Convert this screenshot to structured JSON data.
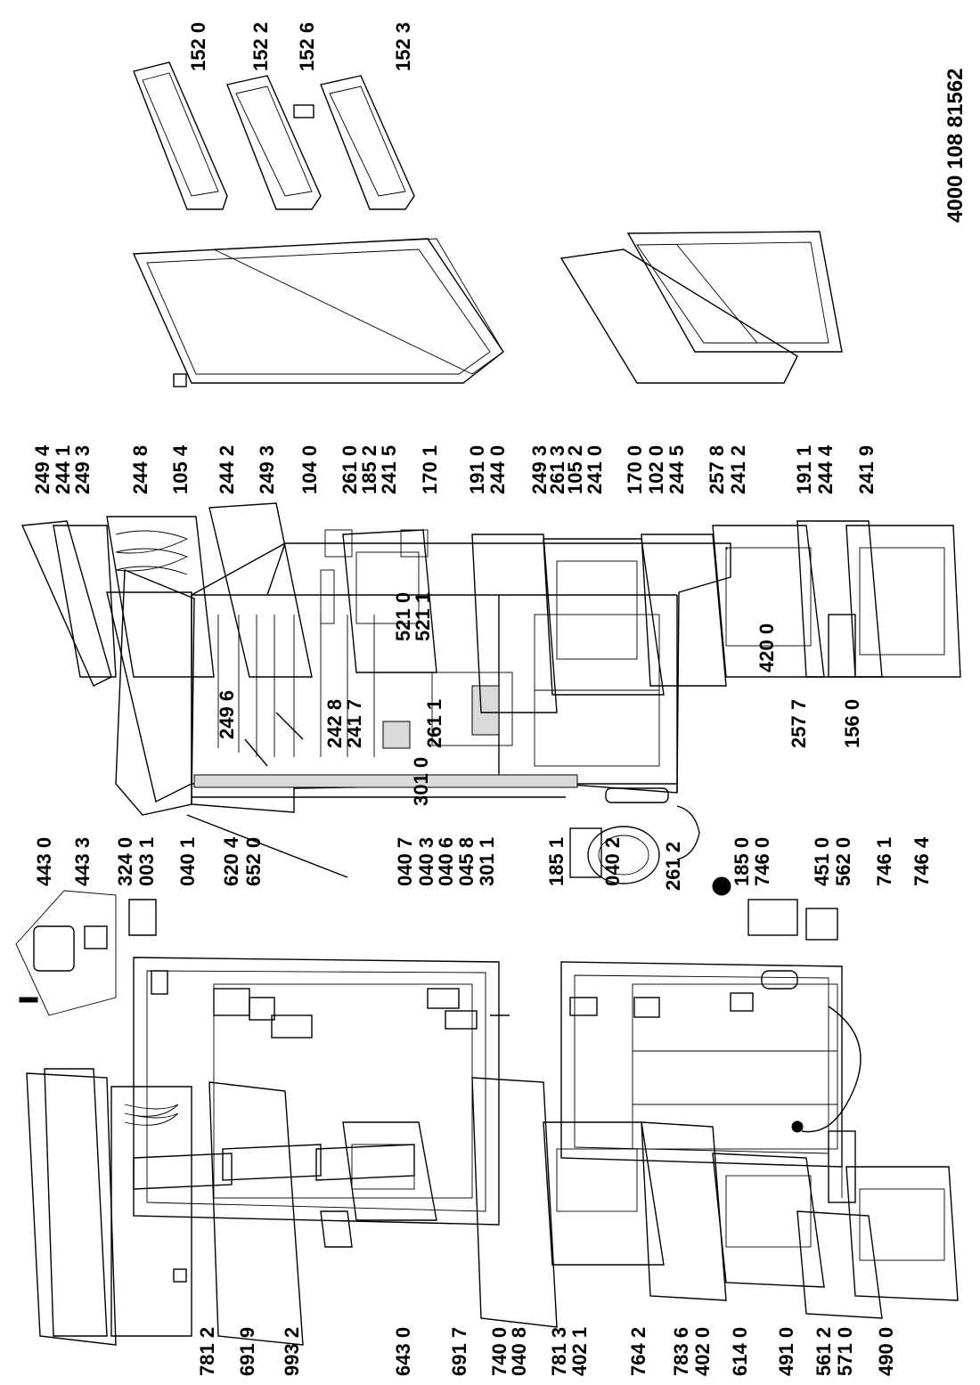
{
  "document": {
    "doc_number": "4000 108 81562"
  },
  "callouts": [
    {
      "id": "781-2",
      "text": "781 2"
    },
    {
      "id": "691-9",
      "text": "691 9"
    },
    {
      "id": "993-2",
      "text": "993 2"
    },
    {
      "id": "643-0",
      "text": "643 0"
    },
    {
      "id": "691-7",
      "text": "691 7"
    },
    {
      "id": "740-0",
      "text": "740 0"
    },
    {
      "id": "040-8",
      "text": "040 8"
    },
    {
      "id": "781-3",
      "text": "781 3"
    },
    {
      "id": "402-1",
      "text": "402 1"
    },
    {
      "id": "764-2",
      "text": "764 2"
    },
    {
      "id": "783-6",
      "text": "783 6"
    },
    {
      "id": "402-0",
      "text": "402 0"
    },
    {
      "id": "614-0",
      "text": "614 0"
    },
    {
      "id": "491-0",
      "text": "491 0"
    },
    {
      "id": "561-2",
      "text": "561 2"
    },
    {
      "id": "571-0",
      "text": "571 0"
    },
    {
      "id": "490-0",
      "text": "490 0"
    },
    {
      "id": "443-0",
      "text": "443 0"
    },
    {
      "id": "443-3",
      "text": "443 3"
    },
    {
      "id": "324-0",
      "text": "324 0"
    },
    {
      "id": "003-1",
      "text": "003 1"
    },
    {
      "id": "040-1",
      "text": "040 1"
    },
    {
      "id": "620-4",
      "text": "620 4"
    },
    {
      "id": "652-0",
      "text": "652 0"
    },
    {
      "id": "040-7",
      "text": "040 7"
    },
    {
      "id": "040-3",
      "text": "040 3"
    },
    {
      "id": "040-6",
      "text": "040 6"
    },
    {
      "id": "045-8",
      "text": "045 8"
    },
    {
      "id": "301-1",
      "text": "301 1"
    },
    {
      "id": "185-1",
      "text": "185 1"
    },
    {
      "id": "040-2",
      "text": "040 2"
    },
    {
      "id": "185-0",
      "text": "185 0"
    },
    {
      "id": "746-0",
      "text": "746 0"
    },
    {
      "id": "451-0",
      "text": "451 0"
    },
    {
      "id": "562-0",
      "text": "562 0"
    },
    {
      "id": "746-1",
      "text": "746 1"
    },
    {
      "id": "746-4",
      "text": "746 4"
    },
    {
      "id": "301-0",
      "text": "301 0"
    },
    {
      "id": "521-0",
      "text": "521 0"
    },
    {
      "id": "521-1",
      "text": "521 1"
    },
    {
      "id": "420-0",
      "text": "420 0"
    },
    {
      "id": "249-4",
      "text": "249 4"
    },
    {
      "id": "244-1",
      "text": "244 1"
    },
    {
      "id": "249-3a",
      "text": "249 3"
    },
    {
      "id": "244-8",
      "text": "244 8"
    },
    {
      "id": "105-4",
      "text": "105 4"
    },
    {
      "id": "249-6",
      "text": "249 6"
    },
    {
      "id": "244-2",
      "text": "244 2"
    },
    {
      "id": "249-3b",
      "text": "249 3"
    },
    {
      "id": "104-0",
      "text": "104 0"
    },
    {
      "id": "242-8",
      "text": "242 8"
    },
    {
      "id": "241-7",
      "text": "241 7"
    },
    {
      "id": "261-1",
      "text": "261 1"
    },
    {
      "id": "261-0",
      "text": "261 0"
    },
    {
      "id": "185-2",
      "text": "185 2"
    },
    {
      "id": "241-5",
      "text": "241 5"
    },
    {
      "id": "170-1",
      "text": "170 1"
    },
    {
      "id": "261-2",
      "text": "261 2"
    },
    {
      "id": "191-0",
      "text": "191 0"
    },
    {
      "id": "244-0",
      "text": "244 0"
    },
    {
      "id": "249-3c",
      "text": "249 3"
    },
    {
      "id": "261-3",
      "text": "261 3"
    },
    {
      "id": "105-2",
      "text": "105 2"
    },
    {
      "id": "241-0",
      "text": "241 0"
    },
    {
      "id": "170-0",
      "text": "170 0"
    },
    {
      "id": "102-0",
      "text": "102 0"
    },
    {
      "id": "244-5",
      "text": "244 5"
    },
    {
      "id": "257-8",
      "text": "257 8"
    },
    {
      "id": "241-2",
      "text": "241 2"
    },
    {
      "id": "257-7",
      "text": "257 7"
    },
    {
      "id": "156-0",
      "text": "156 0"
    },
    {
      "id": "191-1",
      "text": "191 1"
    },
    {
      "id": "244-4",
      "text": "244 4"
    },
    {
      "id": "241-9",
      "text": "241 9"
    },
    {
      "id": "152-0",
      "text": "152 0"
    },
    {
      "id": "152-2",
      "text": "152 2"
    },
    {
      "id": "152-6",
      "text": "152 6"
    },
    {
      "id": "152-3",
      "text": "152 3"
    }
  ]
}
